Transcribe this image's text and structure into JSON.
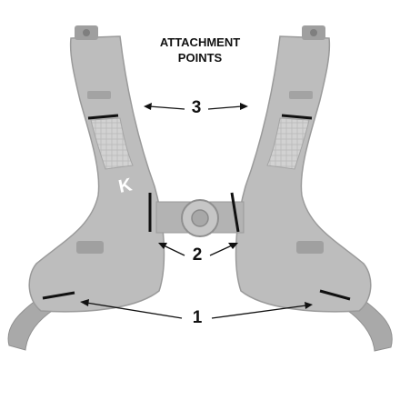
{
  "diagram": {
    "title_line1": "ATTACHMENT",
    "title_line2": "POINTS",
    "callouts": [
      {
        "label": "3"
      },
      {
        "label": "2"
      },
      {
        "label": "1"
      }
    ],
    "logo_mark": "K",
    "colors": {
      "harness": "#b9b9b9",
      "harness_dark": "#9d9d9d",
      "mesh": "#cfcfcf",
      "marker": "#111111",
      "text": "#111111"
    }
  }
}
